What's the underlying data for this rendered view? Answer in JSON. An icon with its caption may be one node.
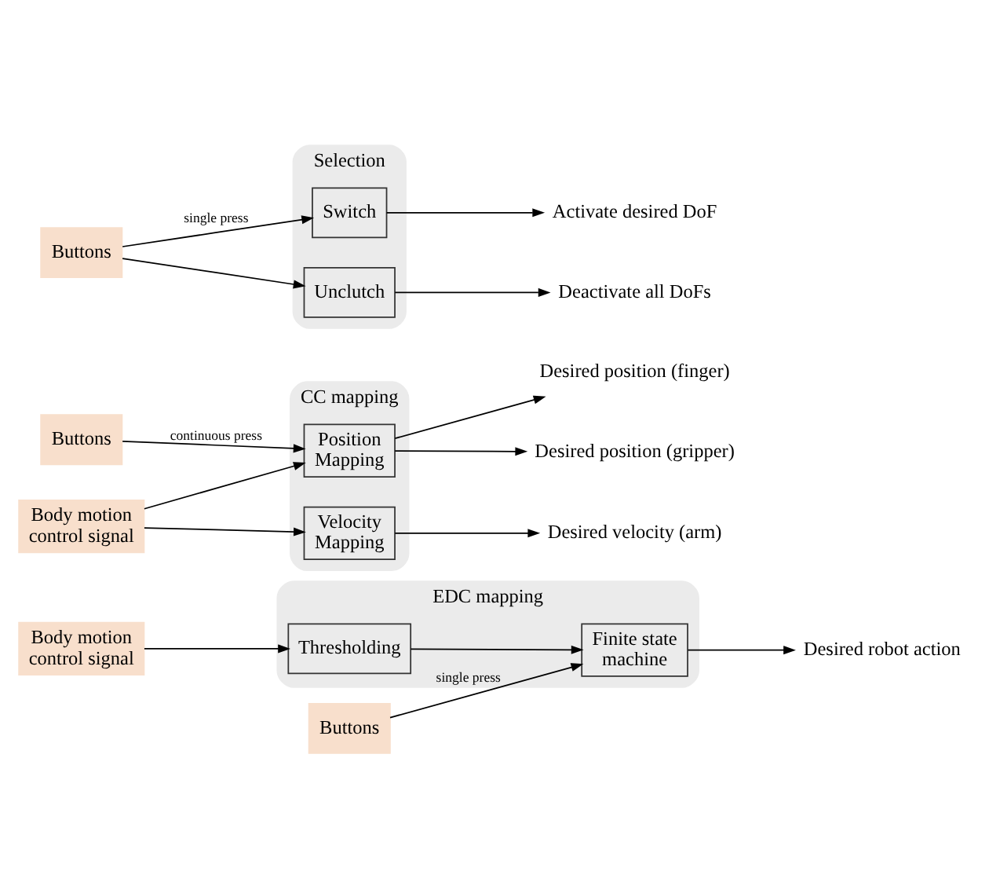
{
  "diagram": {
    "nodes": [
      {
        "text": [
          "EDC mapping"
        ]
      },
      {
        "text": [
          "Buttons"
        ]
      },
      {
        "text": [
          "Finite state machine"
        ],
        "in": 0
      },
      {
        "text": [
          "Desired robot action"
        ]
      },
      {
        "text": [
          "Body motion control signal"
        ]
      },
      {
        "text": [
          "Thresholding"
        ],
        "in": 0
      },
      {
        "text": [
          "CC mapping"
        ]
      },
      {
        "text": [
          "Buttons"
        ]
      },
      {
        "text": [
          "Position Mapping"
        ],
        "in": 6
      },
      {
        "text": [
          "Desired position (finger)"
        ]
      },
      {
        "text": [
          "Desired position (gripper)"
        ]
      },
      {
        "text": [
          "Body motion control signal"
        ]
      },
      {
        "text": [
          "Velocity Mapping"
        ],
        "in": 6
      },
      {
        "text": [
          "Desired velocity (arm)"
        ]
      },
      {
        "text": [
          "Selection"
        ]
      },
      {
        "text": [
          "Buttons"
        ]
      },
      {
        "text": [
          "Switch"
        ],
        "in": 14
      },
      {
        "text": [
          "Activate desired DoF"
        ]
      },
      {
        "text": [
          "Unclutch"
        ],
        "in": 14
      },
      {
        "text": [
          "Deactivate all DoFs"
        ]
      }
    ],
    "edges": [
      {
        "from": 1,
        "to": 2,
        "arrow": "to",
        "label": "single press"
      },
      {
        "from": 4,
        "to": 5,
        "arrow": "to"
      },
      {
        "from": 5,
        "to": 2,
        "arrow": "to"
      },
      {
        "from": 2,
        "to": 3,
        "arrow": "to"
      },
      {
        "from": 7,
        "to": 8,
        "arrow": "to",
        "label": "continuous press"
      },
      {
        "from": 11,
        "to": 8,
        "arrow": "to"
      },
      {
        "from": 11,
        "to": 12,
        "arrow": "to"
      },
      {
        "from": 8,
        "to": 9,
        "arrow": "to"
      },
      {
        "from": 8,
        "to": 10,
        "arrow": "to"
      },
      {
        "from": 12,
        "to": 13,
        "arrow": "to"
      },
      {
        "from": 15,
        "to": 16,
        "arrow": "to",
        "label": "single press"
      },
      {
        "from": 15,
        "to": 18,
        "arrow": "to"
      },
      {
        "from": 16,
        "to": 17,
        "arrow": "to"
      },
      {
        "from": 18,
        "to": 19,
        "arrow": "to"
      }
    ]
  }
}
